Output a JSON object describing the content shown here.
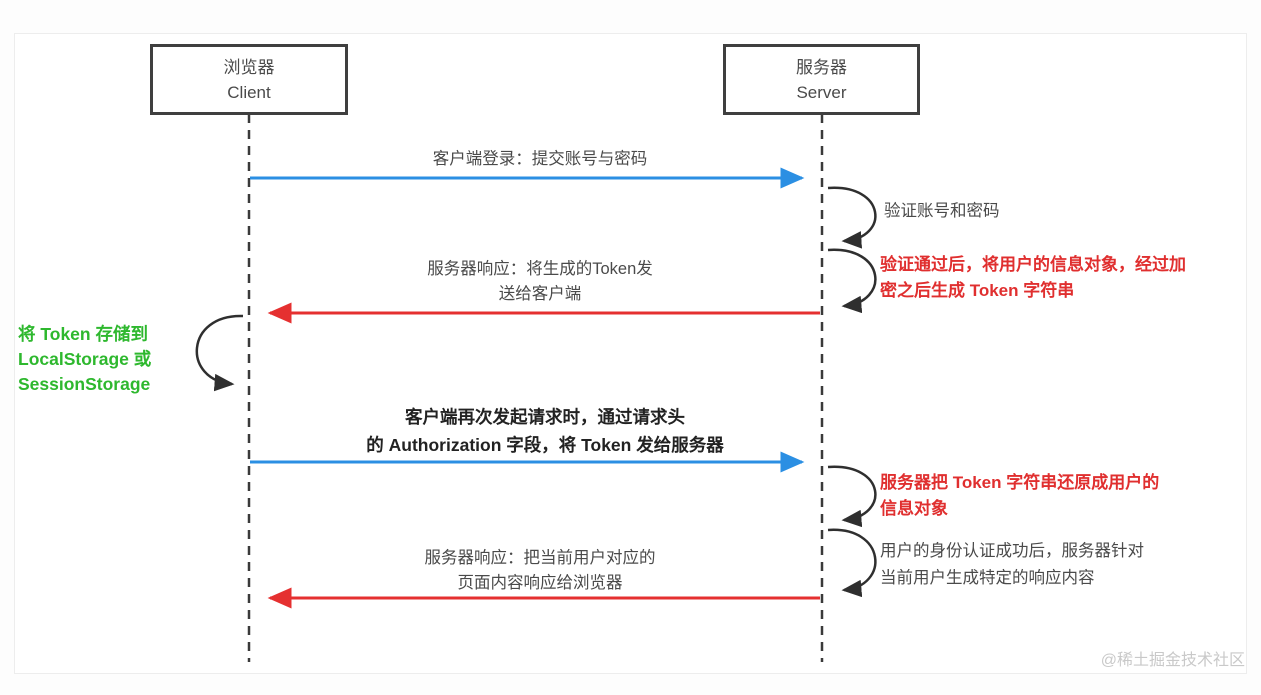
{
  "diagram": {
    "client_box": {
      "line1": "浏览器",
      "line2": "Client"
    },
    "server_box": {
      "line1": "服务器",
      "line2": "Server"
    },
    "messages": {
      "login": "客户端登录：提交账号与密码",
      "token_response": [
        "服务器响应：将生成的Token发",
        "送给客户端"
      ],
      "auth_request": [
        "客户端再次发起请求时，通过请求头",
        "的 Authorization 字段，将 Token 发给服务器"
      ],
      "page_response": [
        "服务器响应：把当前用户对应的",
        "页面内容响应给浏览器"
      ]
    },
    "notes": {
      "verify_credentials": "验证账号和密码",
      "generate_token": [
        "验证通过后，将用户的信息对象，经过加",
        "密之后生成 Token 字符串"
      ],
      "store_token": [
        "将 Token 存储到",
        "LocalStorage 或",
        "SessionStorage"
      ],
      "restore_token": [
        "服务器把 Token 字符串还原成用户的",
        "信息对象"
      ],
      "generate_response": [
        "用户的身份认证成功后，服务器针对",
        "当前用户生成特定的响应内容"
      ]
    },
    "watermark": "@稀土掘金技术社区",
    "colors": {
      "request_arrow_blue": "#2b8fe3",
      "response_arrow_red": "#e53030",
      "note_red": "#e02f2f",
      "note_green": "#2eb82e",
      "line_dark": "#3a3a3a"
    }
  }
}
